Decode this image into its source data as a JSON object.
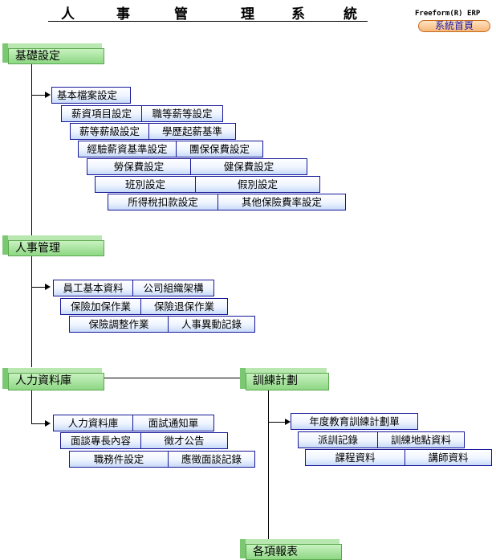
{
  "title": [
    "人",
    "事",
    "管",
    "理",
    "系",
    "統"
  ],
  "brand": "Freeform(R) ERP",
  "home_button": "系統首頁",
  "sections": {
    "basic": "基礎設定",
    "personnel": "人事管理",
    "talent": "人力資料庫",
    "training": "訓練計劃",
    "reports": "各項報表"
  },
  "basic_items": {
    "basic_file": "基本檔案設定",
    "salary_item": "薪資項目設定",
    "rank_grade": "職等薪等設定",
    "grade_level": "薪等薪級設定",
    "education_base": "學歷起薪基準",
    "experience_base": "經驗薪資基準設定",
    "group_insurance": "團保保費設定",
    "labor_insurance": "勞保費設定",
    "health_insurance": "健保費設定",
    "shift": "班別設定",
    "leave": "假別設定",
    "tax_deduction": "所得稅扣款設定",
    "other_insurance": "其他保險費率設定"
  },
  "personnel_items": {
    "employee_data": "員工基本資料",
    "org_chart": "公司組織架構",
    "insurance_add": "保險加保作業",
    "insurance_withdraw": "保險退保作業",
    "insurance_adjust": "保險調整作業",
    "transfer_record": "人事異動記錄"
  },
  "talent_items": {
    "talent_db": "人力資料庫",
    "interview_notice": "面試通知單",
    "interview_specialty": "面談專長內容",
    "recruit_notice": "徵才公告",
    "job_condition": "職務件設定",
    "applicant_record": "應徵面談記錄"
  },
  "training_items": {
    "annual_plan": "年度教育訓練計劃單",
    "assign_record": "派訓記錄",
    "location_data": "訓練地點資料",
    "course_data": "課程資料",
    "instructor_data": "講師資料"
  }
}
